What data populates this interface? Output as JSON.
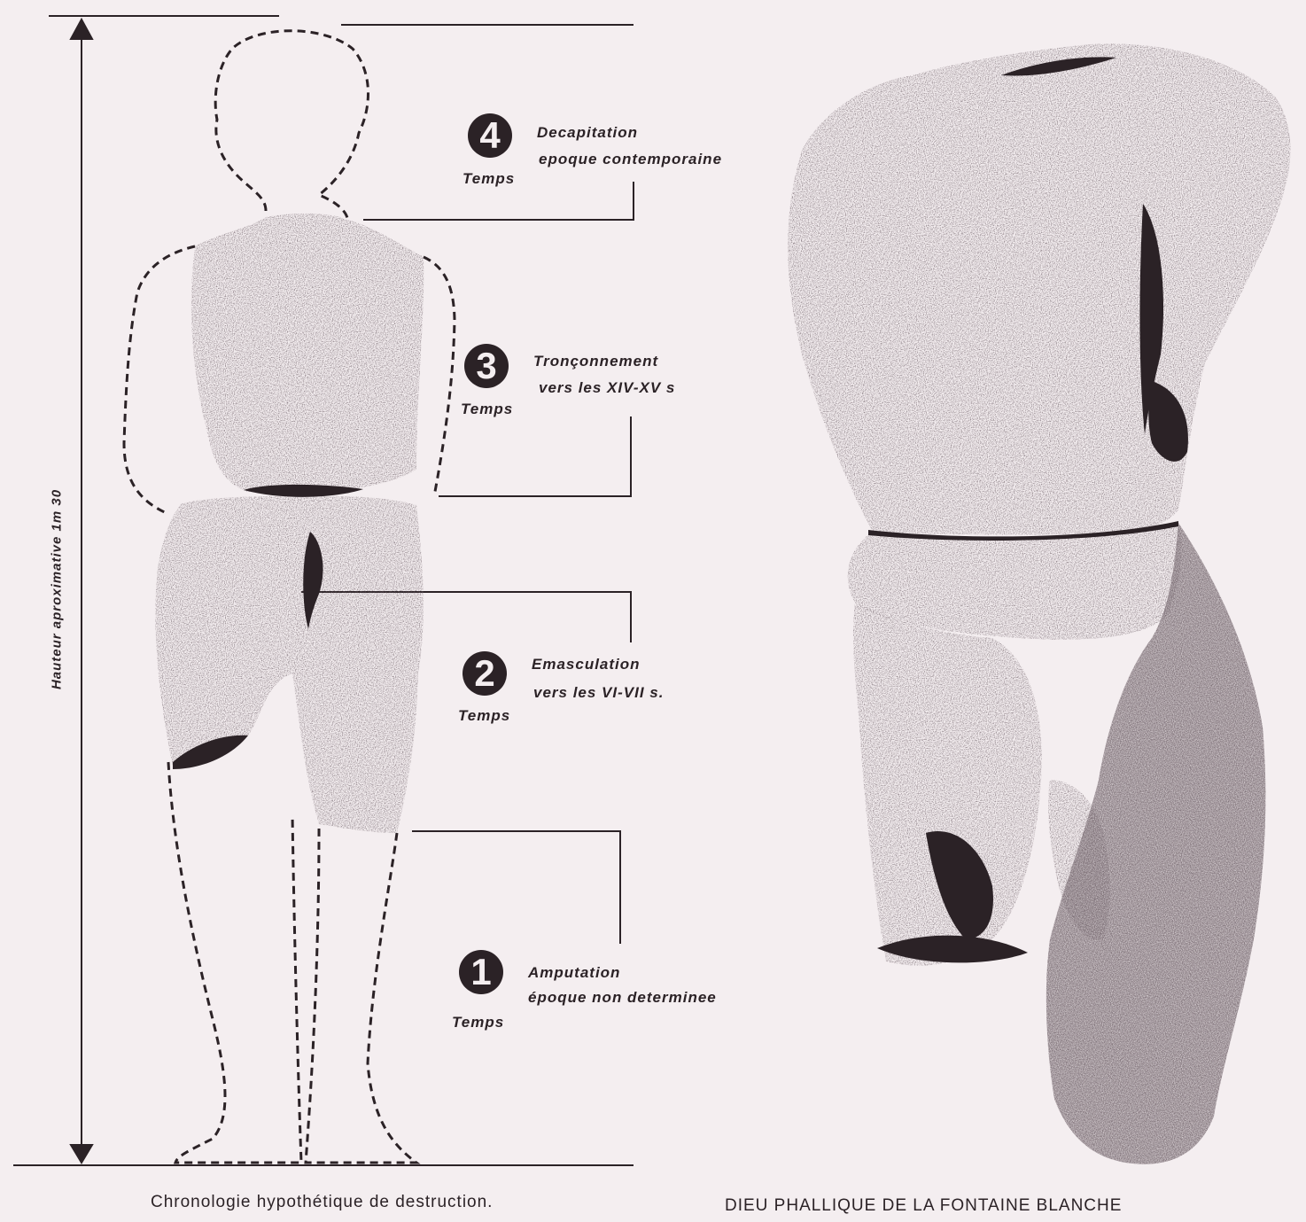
{
  "height_label": "Hauteur aproximative 1m 30",
  "stages": [
    {
      "number": "4",
      "title": "Decapitation",
      "period": "epoque contemporaine",
      "temps": "Temps"
    },
    {
      "number": "3",
      "title": "Tronçonnement",
      "period": "vers les XIV-XV s",
      "temps": "Temps"
    },
    {
      "number": "2",
      "title": "Emasculation",
      "period": "vers les VI-VII s.",
      "temps": "Temps"
    },
    {
      "number": "1",
      "title": "Amputation",
      "period": "époque non determinee",
      "temps": "Temps"
    }
  ],
  "captions": {
    "left": "Chronologie hypothétique de destruction.",
    "right": "DIEU PHALLIQUE DE LA FONTAINE BLANCHE"
  }
}
